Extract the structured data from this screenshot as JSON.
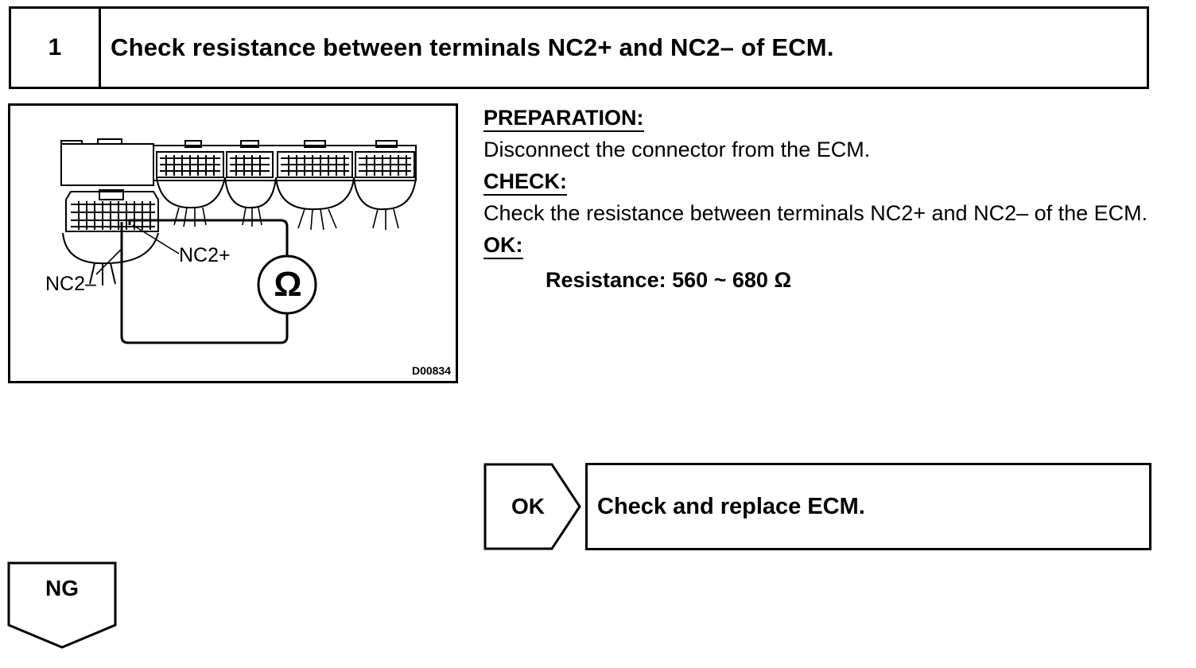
{
  "step": {
    "number": "1",
    "title": "Check resistance between terminals NC2+ and NC2– of ECM."
  },
  "figure": {
    "id": "D00834",
    "label_plus": "NC2+",
    "label_minus": "NC2–",
    "meter_symbol": "Ω"
  },
  "instructions": {
    "preparation_heading": "PREPARATION:",
    "preparation_text": "Disconnect the connector from the ECM.",
    "check_heading": "CHECK:",
    "check_text": "Check the resistance between terminals NC2+ and NC2– of the ECM.",
    "ok_heading": "OK:",
    "spec": "Resistance: 560 ~ 680 Ω"
  },
  "outcomes": {
    "ok_label": "OK",
    "ok_action": "Check and replace ECM.",
    "ng_label": "NG"
  }
}
